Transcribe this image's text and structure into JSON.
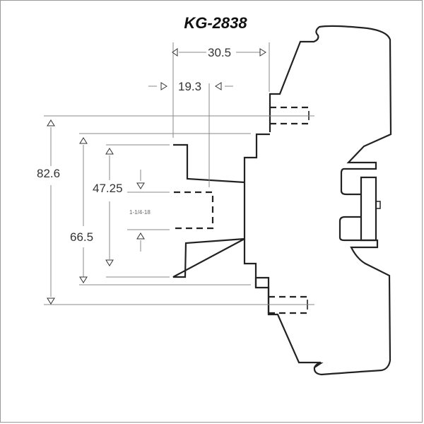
{
  "title": "KG-2838",
  "dimensions": {
    "width_overall": "30.5",
    "width_hub": "19.3",
    "height_overall": "82.6",
    "height_flange": "66.5",
    "height_inner": "47.25",
    "thread": "1-1/4-18"
  }
}
